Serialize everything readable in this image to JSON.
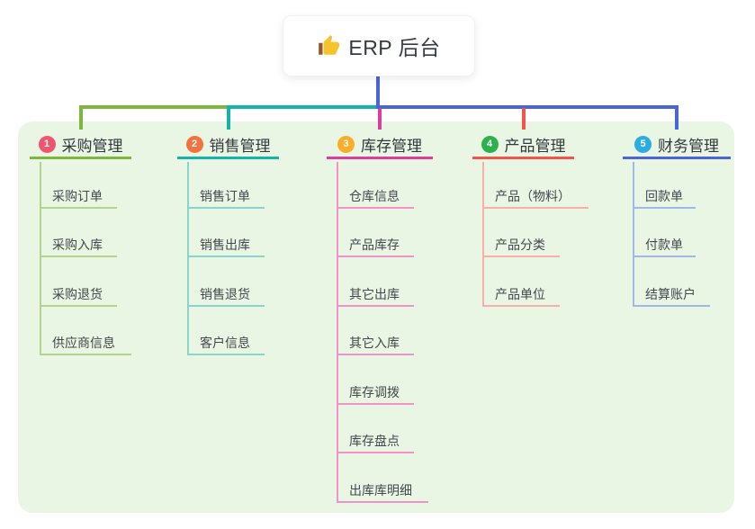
{
  "root": {
    "icon": "thumbs-up-icon",
    "label": "ERP 后台"
  },
  "colors": {
    "panel_background": "#E9F6E3",
    "root_stem": "#4A64D9",
    "thumb_gold": "#F5C32C",
    "thumb_cuff": "#8D5B25"
  },
  "branches": [
    {
      "badge": "1",
      "label": "采购管理",
      "line_color": "#7EB63F",
      "light_line_color": "#B2D48E",
      "badge_color": "#F0556F",
      "children": [
        "采购订单",
        "采购入库",
        "采购退货",
        "供应商信息"
      ]
    },
    {
      "badge": "2",
      "label": "销售管理",
      "line_color": "#16B3AB",
      "light_line_color": "#8AD4CE",
      "badge_color": "#F2733D",
      "children": [
        "销售订单",
        "销售出库",
        "销售退货",
        "客户信息"
      ]
    },
    {
      "badge": "3",
      "label": "库存管理",
      "line_color": "#DF3D9D",
      "light_line_color": "#F193C8",
      "badge_color": "#FBAD29",
      "children": [
        "仓库信息",
        "产品库存",
        "其它出库",
        "其它入库",
        "库存调拨",
        "库存盘点",
        "出库库明细"
      ]
    },
    {
      "badge": "4",
      "label": "产品管理",
      "line_color": "#F0564E",
      "light_line_color": "#F8AFA9",
      "badge_color": "#2CB14E",
      "children": [
        "产品（物料）",
        "产品分类",
        "产品单位"
      ]
    },
    {
      "badge": "5",
      "label": "财务管理",
      "line_color": "#4A64D9",
      "light_line_color": "#A3B6EA",
      "badge_color": "#2BACE2",
      "children": [
        "回款单",
        "付款单",
        "结算账户"
      ]
    }
  ]
}
